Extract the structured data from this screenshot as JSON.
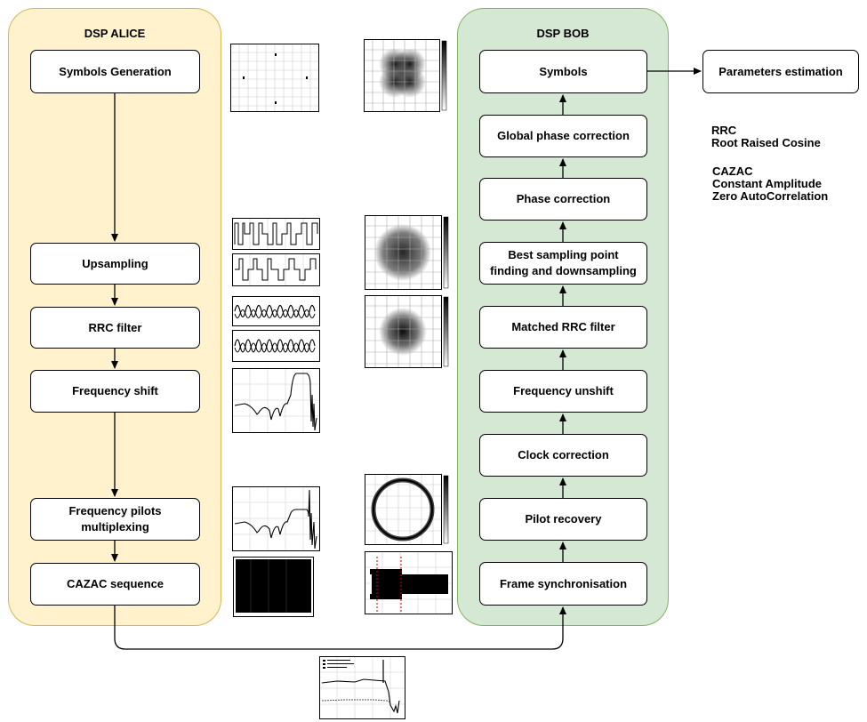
{
  "alice": {
    "title": "DSP ALICE",
    "steps": [
      "Symbols Generation",
      "Upsampling",
      "RRC filter",
      "Frequency shift",
      "Frequency pilots\nmultiplexing",
      "CAZAC sequence"
    ]
  },
  "bob": {
    "title": "DSP BOB",
    "steps": [
      "Symbols",
      "Global phase correction",
      "Phase correction",
      "Best sampling point\nfinding and downsampling",
      "Matched RRC filter",
      "Frequency unshift",
      "Clock correction",
      "Pilot recovery",
      "Frame synchronisation"
    ]
  },
  "output": {
    "label": "Parameters estimation"
  },
  "notes": {
    "rrc": "RRC\nRoot Raised Cosine",
    "cazac": "CAZAC\nConstant Amplitude\nZero AutoCorrelation"
  },
  "colors": {
    "alice_fill": "#fff2cc",
    "alice_border": "#d6b656",
    "bob_fill": "#d5e8d4",
    "bob_border": "#82b366"
  }
}
